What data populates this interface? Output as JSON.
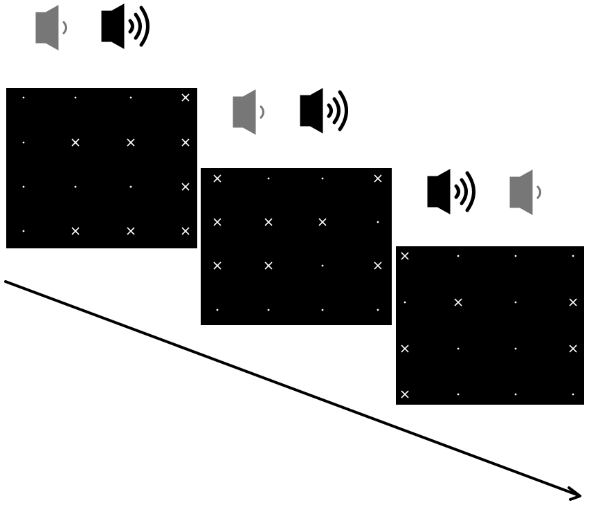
{
  "colors": {
    "background": "#ffffff",
    "panel": "#000000",
    "mark": "#ffffff",
    "speaker_quiet": "#777777",
    "speaker_loud": "#000000",
    "arrow": "#000000"
  },
  "time_arrow": {
    "icon": "arrow-icon"
  },
  "trials": [
    {
      "speakers": [
        {
          "level": "quiet",
          "icon": "speaker-low-volume-icon"
        },
        {
          "level": "loud",
          "icon": "speaker-high-volume-icon"
        }
      ],
      "grid": [
        [
          "dot",
          "dot",
          "dot",
          "cross"
        ],
        [
          "dot",
          "cross",
          "cross",
          "cross"
        ],
        [
          "dot",
          "dot",
          "dot",
          "cross"
        ],
        [
          "dot",
          "cross",
          "cross",
          "cross"
        ]
      ]
    },
    {
      "speakers": [
        {
          "level": "quiet",
          "icon": "speaker-low-volume-icon"
        },
        {
          "level": "loud",
          "icon": "speaker-high-volume-icon"
        }
      ],
      "grid": [
        [
          "cross",
          "dot",
          "dot",
          "cross"
        ],
        [
          "cross",
          "cross",
          "cross",
          "dot"
        ],
        [
          "cross",
          "cross",
          "dot",
          "cross"
        ],
        [
          "dot",
          "dot",
          "dot",
          "dot"
        ]
      ]
    },
    {
      "speakers": [
        {
          "level": "loud",
          "icon": "speaker-high-volume-icon"
        },
        {
          "level": "quiet",
          "icon": "speaker-low-volume-icon"
        }
      ],
      "grid": [
        [
          "cross",
          "dot",
          "dot",
          "dot"
        ],
        [
          "dot",
          "cross",
          "dot",
          "cross"
        ],
        [
          "cross",
          "dot",
          "dot",
          "cross"
        ],
        [
          "cross",
          "dot",
          "dot",
          "dot"
        ]
      ]
    }
  ]
}
